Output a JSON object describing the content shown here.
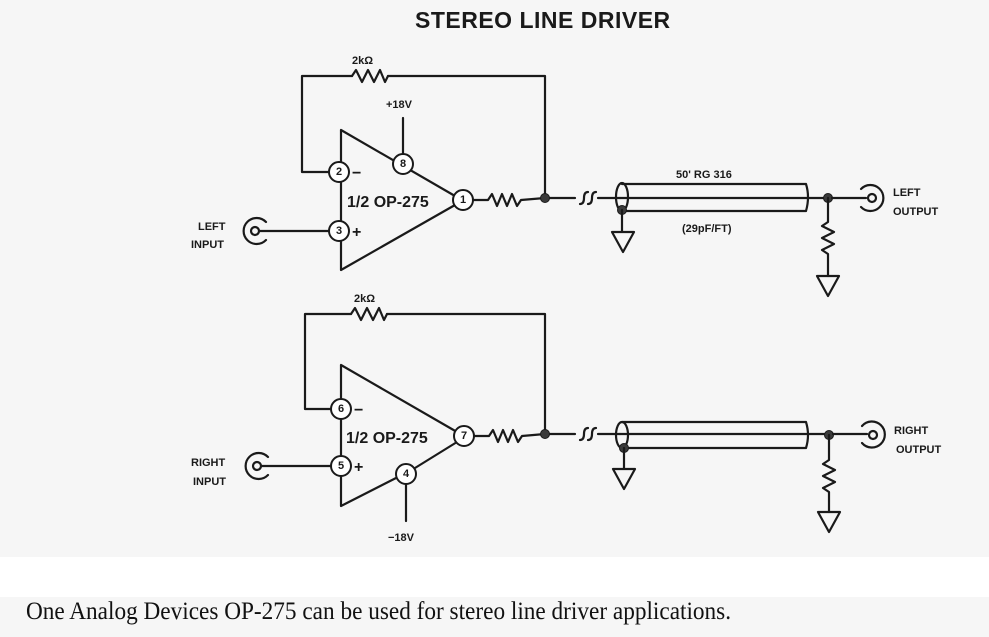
{
  "title": "STEREO LINE DRIVER",
  "caption": "One Analog Devices OP-275 can be used for stereo line driver applications.",
  "channels": [
    {
      "name": "left",
      "opamp_label": "1/2 OP-275",
      "feedback_resistor": "2kΩ",
      "inverting_pin": "2",
      "noninverting_pin": "3",
      "output_pin": "1",
      "supply_pin": "8",
      "supply_label": "+18V",
      "input_label_line1": "LEFT",
      "input_label_line2": "INPUT",
      "output_label_line1": "LEFT",
      "output_label_line2": "OUTPUT",
      "minus_sign": "−",
      "plus_sign": "+"
    },
    {
      "name": "right",
      "opamp_label": "1/2 OP-275",
      "feedback_resistor": "2kΩ",
      "inverting_pin": "6",
      "noninverting_pin": "5",
      "output_pin": "7",
      "supply_pin": "4",
      "supply_label": "−18V",
      "input_label_line1": "RIGHT",
      "input_label_line2": "INPUT",
      "output_label_line1": "RIGHT",
      "output_label_line2": "OUTPUT",
      "minus_sign": "−",
      "plus_sign": "+"
    }
  ],
  "cable": {
    "label": "50' RG 316",
    "capacitance": "(29pF/FT)"
  },
  "colors": {
    "ink": "#1a1a1a",
    "paper": "#f6f6f6"
  }
}
